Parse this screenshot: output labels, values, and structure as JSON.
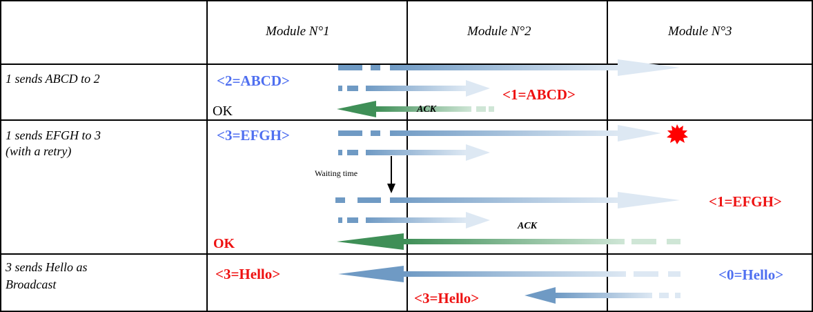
{
  "header": {
    "module1": "Module N°1",
    "module2": "Module N°2",
    "module3": "Module N°3"
  },
  "rows": [
    {
      "label": "1 sends ABCD to 2",
      "send": "<2=ABCD>",
      "receive": "<1=ABCD>",
      "ack": "ACK",
      "result": "OK"
    },
    {
      "label_line1": "1 sends EFGH to 3",
      "label_line2": "(with a retry)",
      "send": "<3=EFGH>",
      "waiting": "Waiting time",
      "receive": "<1=EFGH>",
      "ack": "ACK",
      "result": "OK"
    },
    {
      "label_line1": "3 sends Hello as",
      "label_line2": "Broadcast",
      "send": "<0=Hello>",
      "receive_m1": "<3=Hello>",
      "receive_m2": "<3=Hello>"
    }
  ],
  "colors": {
    "send_blue": "#4f6ff0",
    "receive_red": "#ee1111",
    "arrow_blue": "#6f9ac4",
    "arrow_green": "#3f8f57",
    "collision": "#ff0000"
  }
}
